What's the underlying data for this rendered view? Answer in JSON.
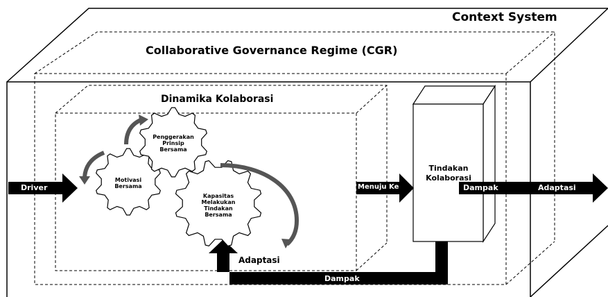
{
  "diagram": {
    "context_title": "Context System",
    "cgr_title": "Collaborative Governance Regime (CGR)",
    "dynamics_title": "Dinamika Kolaborasi",
    "gear_top_label": "Penggerakan Prinsip Bersama",
    "gear_left_label": "Motivasi Bersama",
    "gear_main_label": "Kapasitas Melakukan Tindakan Bersama",
    "action_box_label": "Tindakan Kolaborasi",
    "arrow_driver": "Driver",
    "arrow_menuju": "Menuju Ke",
    "arrow_dampak_right": "Dampak",
    "arrow_adaptasi_right": "Adaptasi",
    "label_adaptasi_loop": "Adaptasi",
    "label_dampak_bottom": "Dampak"
  }
}
